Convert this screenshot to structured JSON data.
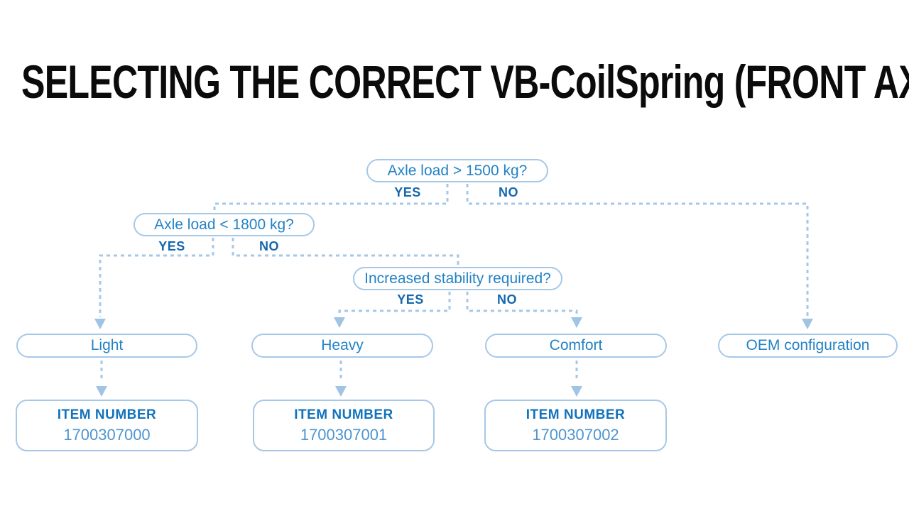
{
  "title": "SELECTING THE CORRECT VB-CoilSpring (FRONT AXLE)",
  "colors": {
    "title_text": "#0b0b0b",
    "node_border": "#a6c8e7",
    "node_text": "#2382c6",
    "yes_no_label": "#1467ae",
    "dashed_line": "#a6c8e7",
    "arrowhead": "#9fc4e4",
    "item_title": "#1173bc",
    "item_number": "#4e95d0"
  },
  "flowchart": {
    "decisions": [
      {
        "label": "Axle load > 1500 kg?",
        "yes": "YES",
        "no": "NO"
      },
      {
        "label": "Axle load < 1800 kg?",
        "yes": "YES",
        "no": "NO"
      },
      {
        "label": "Increased stability required?",
        "yes": "YES",
        "no": "NO"
      }
    ],
    "options": [
      {
        "label": "Light"
      },
      {
        "label": "Heavy"
      },
      {
        "label": "Comfort"
      },
      {
        "label": "OEM configuration"
      }
    ],
    "items": [
      {
        "title": "ITEM NUMBER",
        "number": "1700307000"
      },
      {
        "title": "ITEM NUMBER",
        "number": "1700307001"
      },
      {
        "title": "ITEM NUMBER",
        "number": "1700307002"
      }
    ]
  }
}
